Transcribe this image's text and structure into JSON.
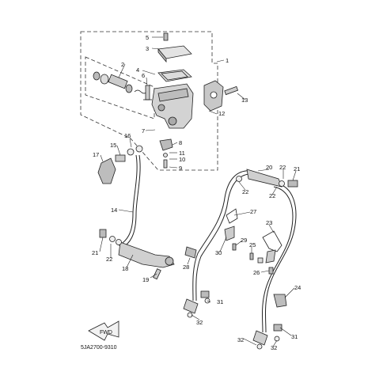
{
  "diagram": {
    "catalog_code": "5JA2700-9310",
    "fwd_label": "FWD",
    "callouts": {
      "c1": "1",
      "c2": "2",
      "c3": "3",
      "c4": "4",
      "c5": "5",
      "c6": "6",
      "c7": "7",
      "c8": "8",
      "c9": "9",
      "c10": "10",
      "c11": "11",
      "c12": "12",
      "c13": "13",
      "c14": "14",
      "c15": "15",
      "c16": "16",
      "c17": "17",
      "c18": "18",
      "c19": "19",
      "c20": "20",
      "c21a": "21",
      "c21b": "21",
      "c22a": "22",
      "c22b": "22",
      "c22c": "22",
      "c23": "23",
      "c24": "24",
      "c25": "25",
      "c26": "26",
      "c27": "27",
      "c28": "28",
      "c29": "29",
      "c30": "30",
      "c31a": "31",
      "c31b": "31",
      "c32a": "32",
      "c32b": "32",
      "c32c": "32"
    },
    "colors": {
      "line": "#222222",
      "part_fill": "#d9d9d9",
      "part_dark": "#9a9a9a",
      "background": "#ffffff"
    }
  }
}
